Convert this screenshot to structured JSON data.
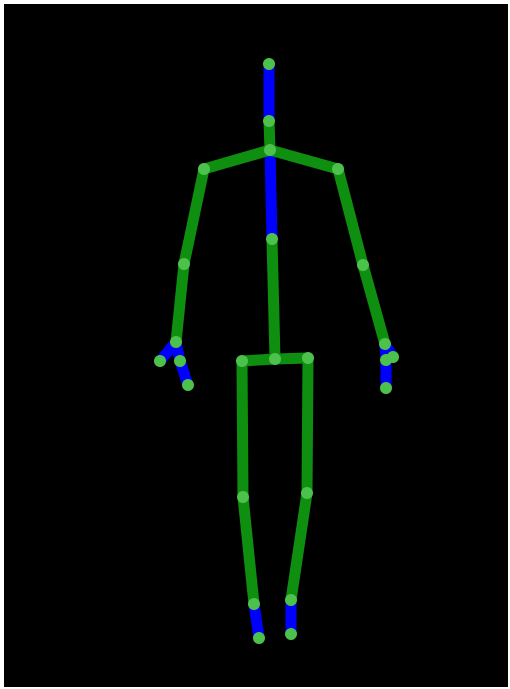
{
  "canvas": {
    "background": "#000000",
    "border": "#ffffff"
  },
  "colors": {
    "limb": "#0f8f0f",
    "blue_segment": "#0000ff",
    "joint": "#4cc24c"
  },
  "skeleton": {
    "joints": [
      {
        "name": "head"
      },
      {
        "name": "neck"
      },
      {
        "name": "spine-shoulder"
      },
      {
        "name": "left-shoulder"
      },
      {
        "name": "right-shoulder"
      },
      {
        "name": "spine-mid"
      },
      {
        "name": "left-elbow"
      },
      {
        "name": "right-elbow"
      },
      {
        "name": "left-wrist"
      },
      {
        "name": "right-wrist"
      },
      {
        "name": "left-hand-a"
      },
      {
        "name": "left-hand-b"
      },
      {
        "name": "left-hand-c"
      },
      {
        "name": "right-hand-a"
      },
      {
        "name": "right-hand-b"
      },
      {
        "name": "right-hand-c"
      },
      {
        "name": "spine-base"
      },
      {
        "name": "left-hip"
      },
      {
        "name": "right-hip"
      },
      {
        "name": "left-knee"
      },
      {
        "name": "right-knee"
      },
      {
        "name": "left-ankle"
      },
      {
        "name": "right-ankle"
      },
      {
        "name": "left-foot"
      },
      {
        "name": "right-foot"
      }
    ]
  }
}
